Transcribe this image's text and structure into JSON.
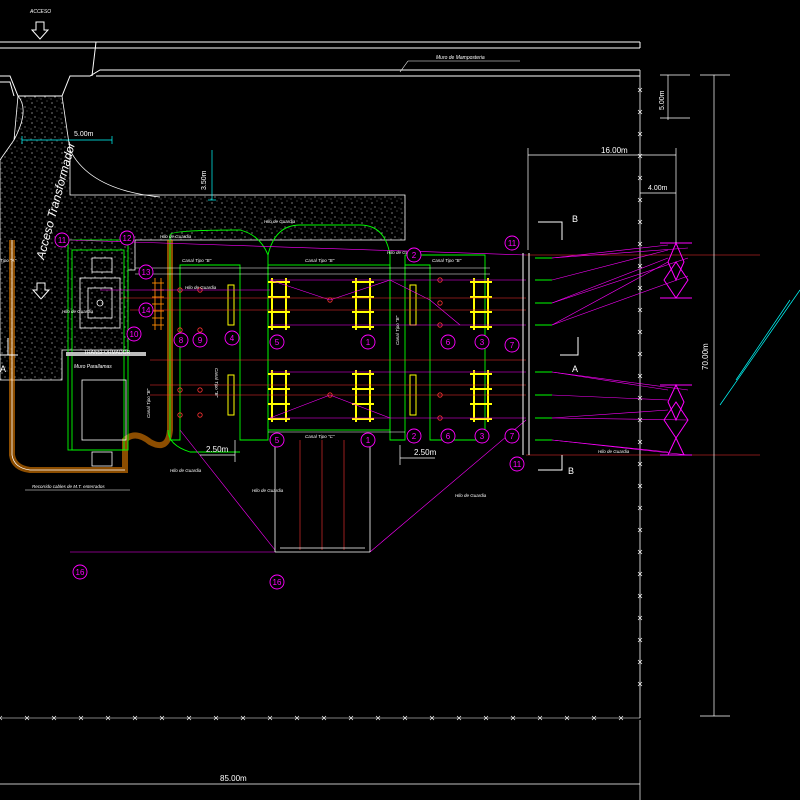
{
  "colors": {
    "background": "#000000",
    "wall": "#ffffff",
    "fence": "#ffffff",
    "dim": "#00ffff",
    "gravel": "#ffffff",
    "slab": "#00ff00",
    "equipment": "#ffff00",
    "guard_wire": "#ff00ff",
    "conductor": "#ff3333",
    "bubble": "#ff00ff",
    "cable": "#ff8c00",
    "tower": "#ff00ff"
  },
  "labels": {
    "acceso": "ACCESO",
    "muro_mamposteria": "Muro de Mamposteria",
    "acceso_transformador": "Acceso Transformador",
    "transformador": "TRANSFORMADOR",
    "muro_parallamas": "Muro Parallamas",
    "recorrido_cables": "Recorrido cables de M.T. enterrados",
    "hilo_guardia": "Hilo de Guardia",
    "canal_b": "Canal Tipo \"B\"",
    "canal_c": "Canal Tipo \"C\"",
    "canal_a_left": "Tipo \"A\"",
    "section_a": "A",
    "section_b": "B"
  },
  "dimensions": {
    "d_500_top": "5.00m",
    "d_350": "3.50m",
    "d_1600": "16.00m",
    "d_400": "4.00m",
    "d_500_right": "5.00m",
    "d_7000": "70.00m",
    "d_250_left": "2.50m",
    "d_250_right": "2.50m",
    "d_8500": "85.00m"
  },
  "bubbles": {
    "b1a": "1",
    "b1b": "1",
    "b2a": "2",
    "b2b": "2",
    "b3a": "3",
    "b3b": "3",
    "b4": "4",
    "b5a": "5",
    "b5b": "5",
    "b6a": "6",
    "b6b": "6",
    "b7a": "7",
    "b7b": "7",
    "b8": "8",
    "b9": "9",
    "b10": "10",
    "b11a": "11",
    "b11b": "11",
    "b11c": "11",
    "b12": "12",
    "b13": "13",
    "b14": "14",
    "b16a": "16",
    "b16b": "16"
  }
}
